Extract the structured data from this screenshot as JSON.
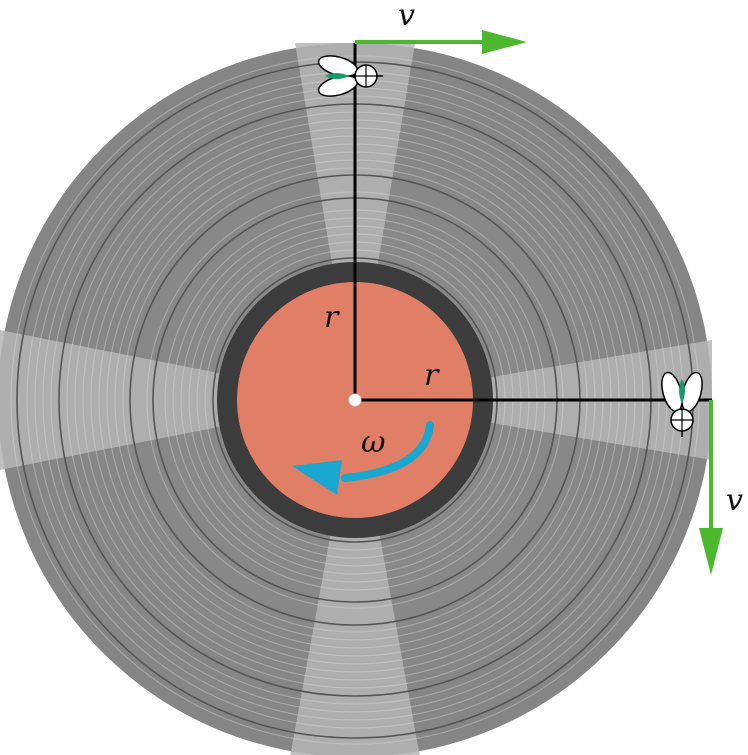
{
  "figure": {
    "description": "Rotating record with two flies at radius r; tangential velocity v; angular velocity omega",
    "labels": {
      "velocity_top": "v",
      "velocity_right": "v",
      "radius_vertical": "r",
      "radius_horizontal": "r",
      "angular_velocity": "ω"
    },
    "colors": {
      "record": "#8a8a8a",
      "groove_highlight": "#b8b8b8",
      "groove_line": "#5a5a5a",
      "label_ring": "#3c3c3c",
      "label": "#e07e66",
      "velocity_arrow": "#4cb82e",
      "omega_arrow": "#19a6cf",
      "fly_body": "#1a9a6a"
    }
  }
}
